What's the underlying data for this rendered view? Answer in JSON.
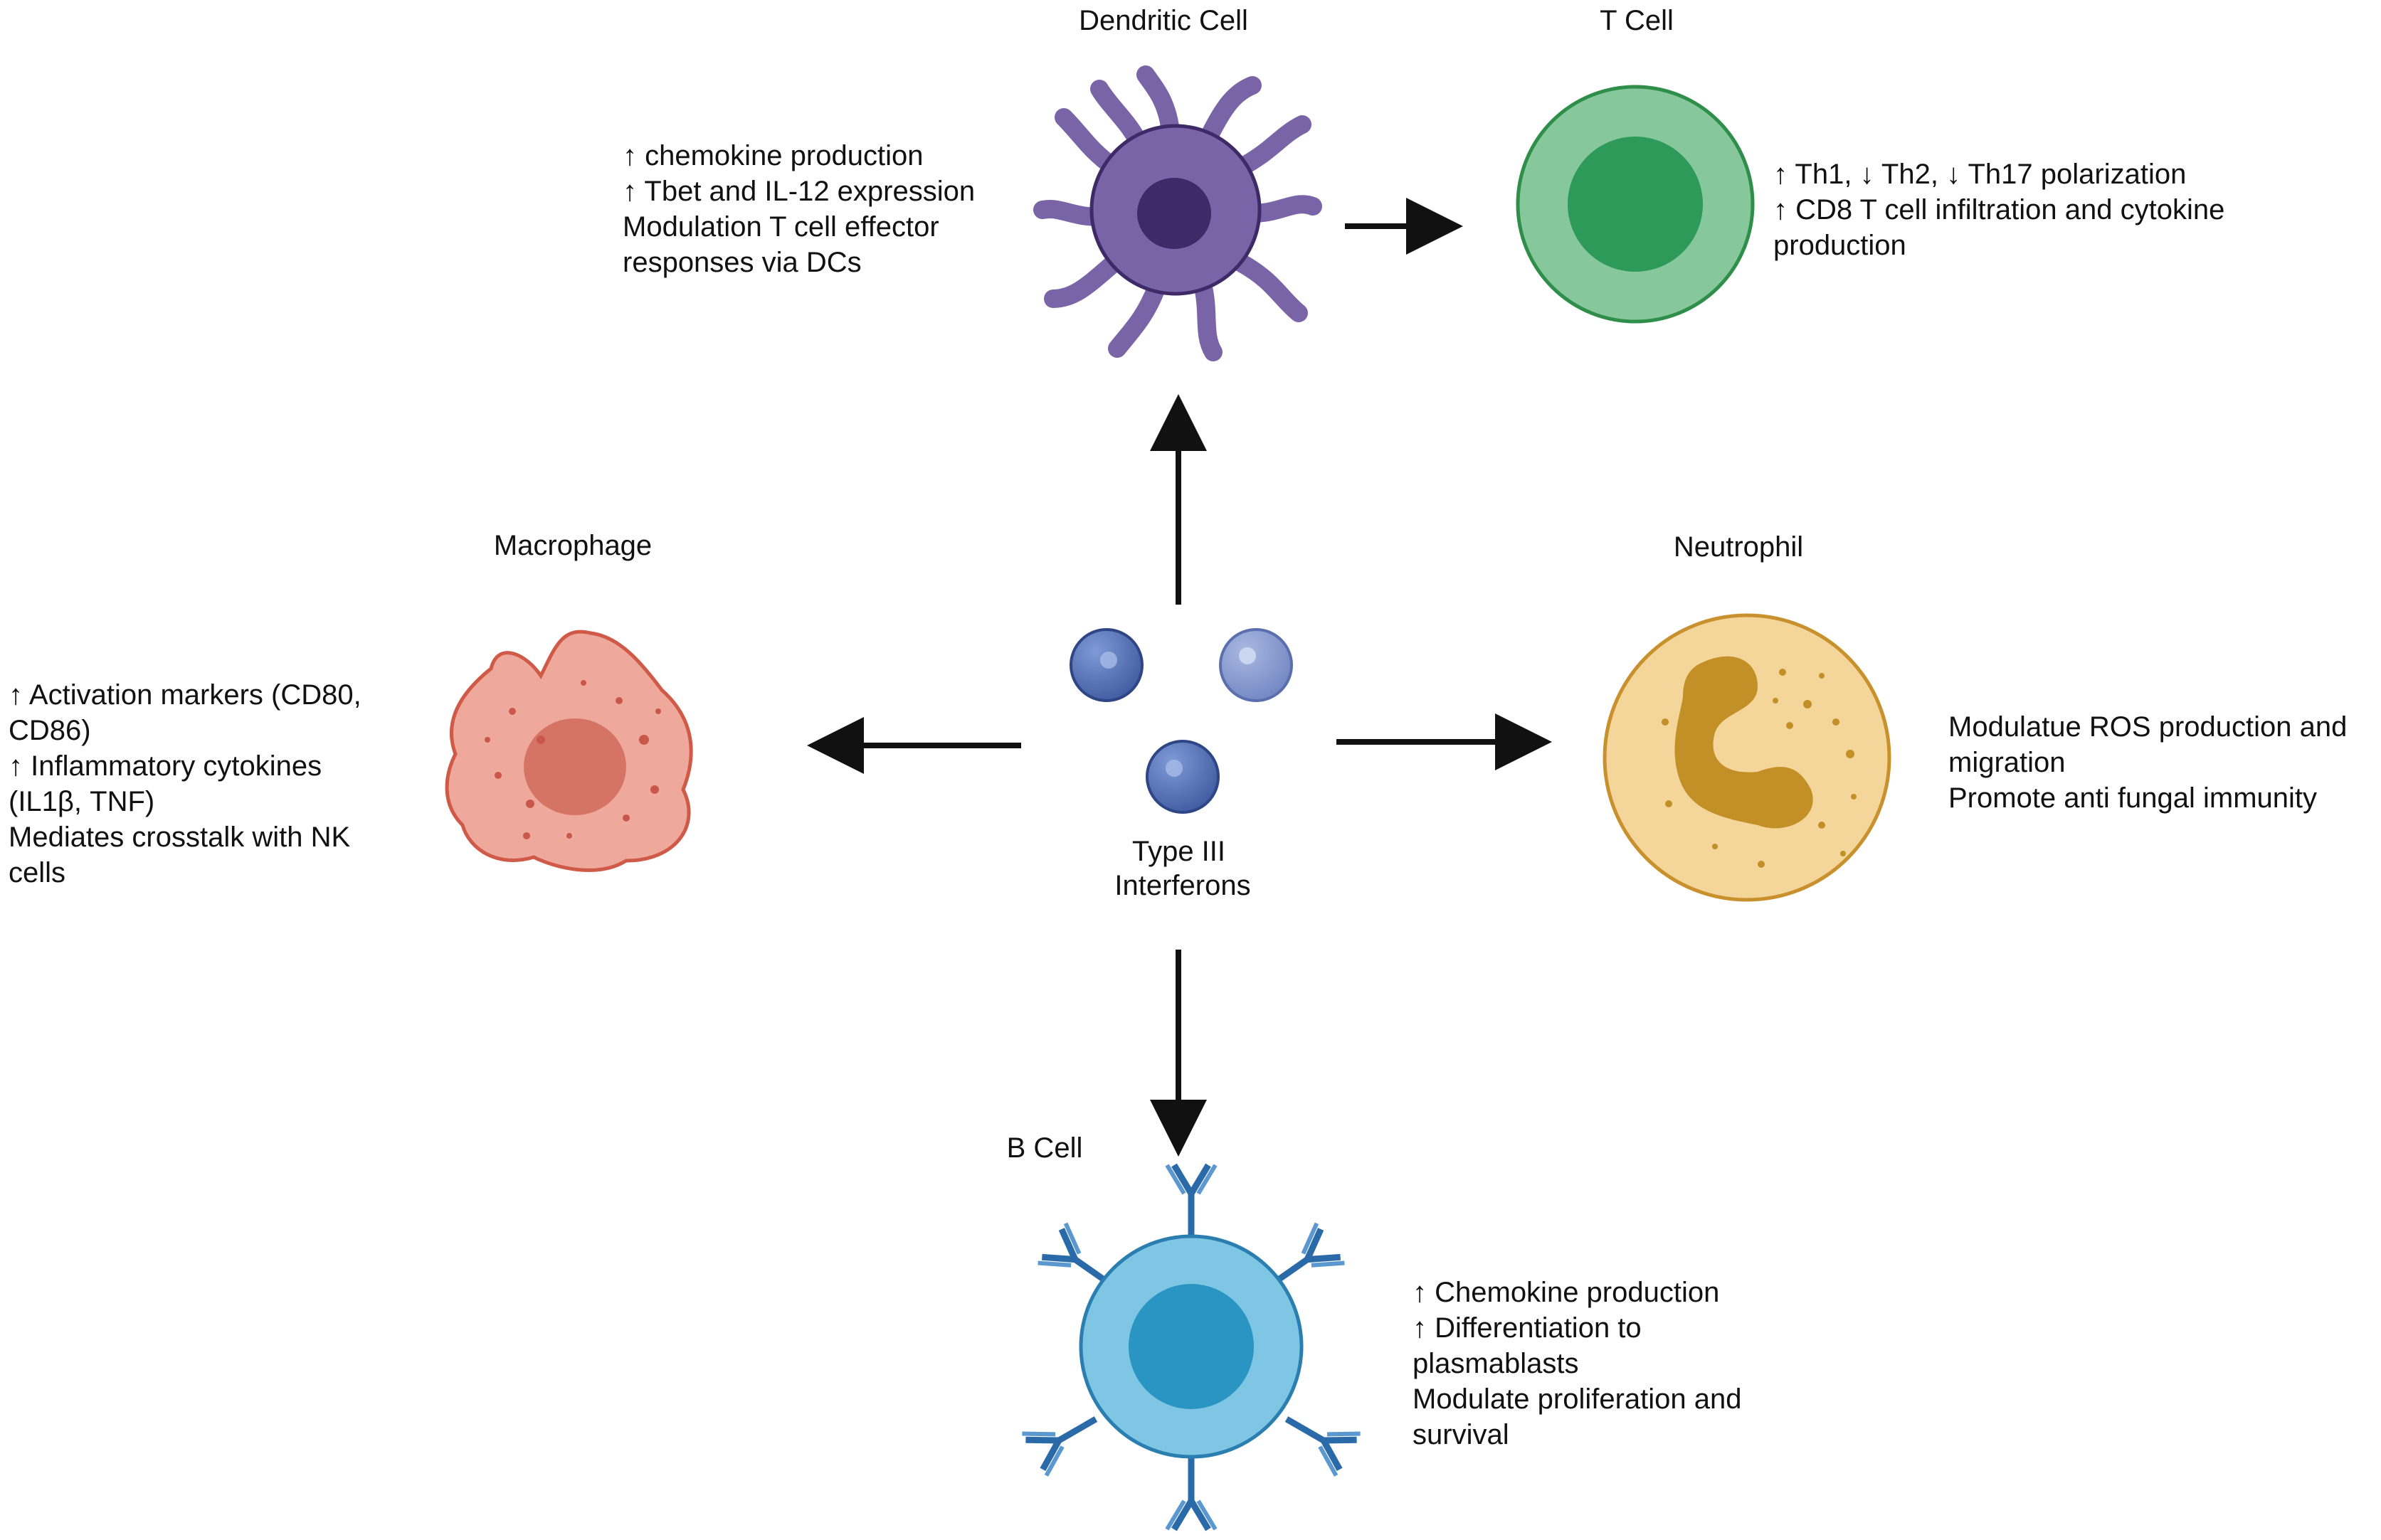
{
  "center": {
    "label_lines": [
      "Type III",
      "Interferons"
    ]
  },
  "dendritic_cell": {
    "title": "Dendritic Cell",
    "desc_lines": [
      "↑ chemokine production",
      "↑ Tbet and IL-12 expression",
      "Modulation T cell effector",
      "responses via DCs"
    ]
  },
  "t_cell": {
    "title": "T Cell",
    "desc_lines": [
      "↑ Th1, ↓ Th2, ↓ Th17 polarization",
      "↑ CD8 T cell infiltration and cytokine",
      "production"
    ]
  },
  "macrophage": {
    "title": "Macrophage",
    "desc_lines": [
      "↑ Activation markers (CD80,",
      "CD86)",
      "↑ Inflammatory cytokines",
      "(IL1β, TNF)",
      "Mediates crosstalk with NK",
      "cells"
    ]
  },
  "neutrophil": {
    "title": "Neutrophil",
    "desc_lines": [
      "Modulatue ROS production and",
      "migration",
      "Promote anti fungal immunity"
    ]
  },
  "b_cell": {
    "title": "B Cell",
    "desc_lines": [
      "↑ Chemokine production",
      "↑ Differentiation to",
      "plasmablasts",
      "Modulate proliferation and",
      "survival"
    ]
  },
  "colors": {
    "dendritic_body": "#7a64a8",
    "dendritic_nucleus": "#3d2a66",
    "t_outer": "#86c79b",
    "t_nucleus": "#2e9a5a",
    "macrophage_body": "#eea89c",
    "macrophage_nucleus": "#d57364",
    "neutrophil_body": "#f4d59a",
    "neutrophil_nucleus": "#c39028",
    "b_outer": "#7fc6e4",
    "b_nucleus": "#2a95c2",
    "antibody": "#2b6aa8",
    "interferon": "#4f6eb0",
    "arrow": "#111111"
  }
}
